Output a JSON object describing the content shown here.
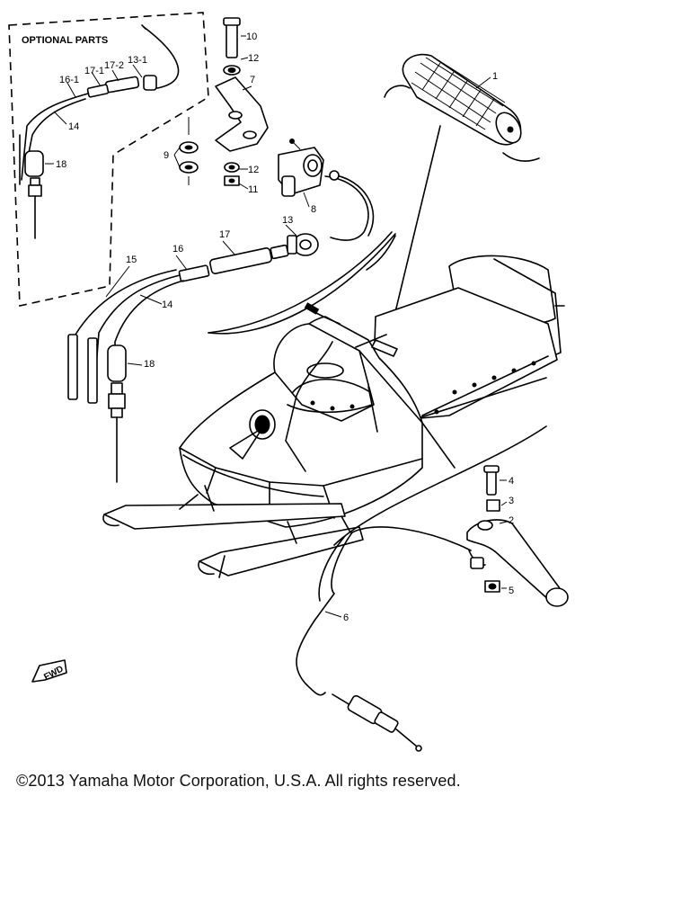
{
  "optional_parts": {
    "title": "OPTIONAL PARTS"
  },
  "callouts": {
    "c1": "1",
    "c2": "2",
    "c3": "3",
    "c4": "4",
    "c5": "5",
    "c6": "6",
    "c7": "7",
    "c8": "8",
    "c9": "9",
    "c10": "10",
    "c11": "11",
    "c12a": "12",
    "c12b": "12",
    "c13": "13",
    "c14": "14",
    "c15": "15",
    "c16": "16",
    "c17": "17",
    "c18": "18",
    "o13_1": "13-1",
    "o17_2": "17-2",
    "o17_1": "17-1",
    "o16_1": "16-1",
    "o14": "14",
    "o18": "18"
  },
  "fwd_label": "FWD",
  "copyright": "©2013 Yamaha Motor Corporation, U.S.A. All rights reserved."
}
